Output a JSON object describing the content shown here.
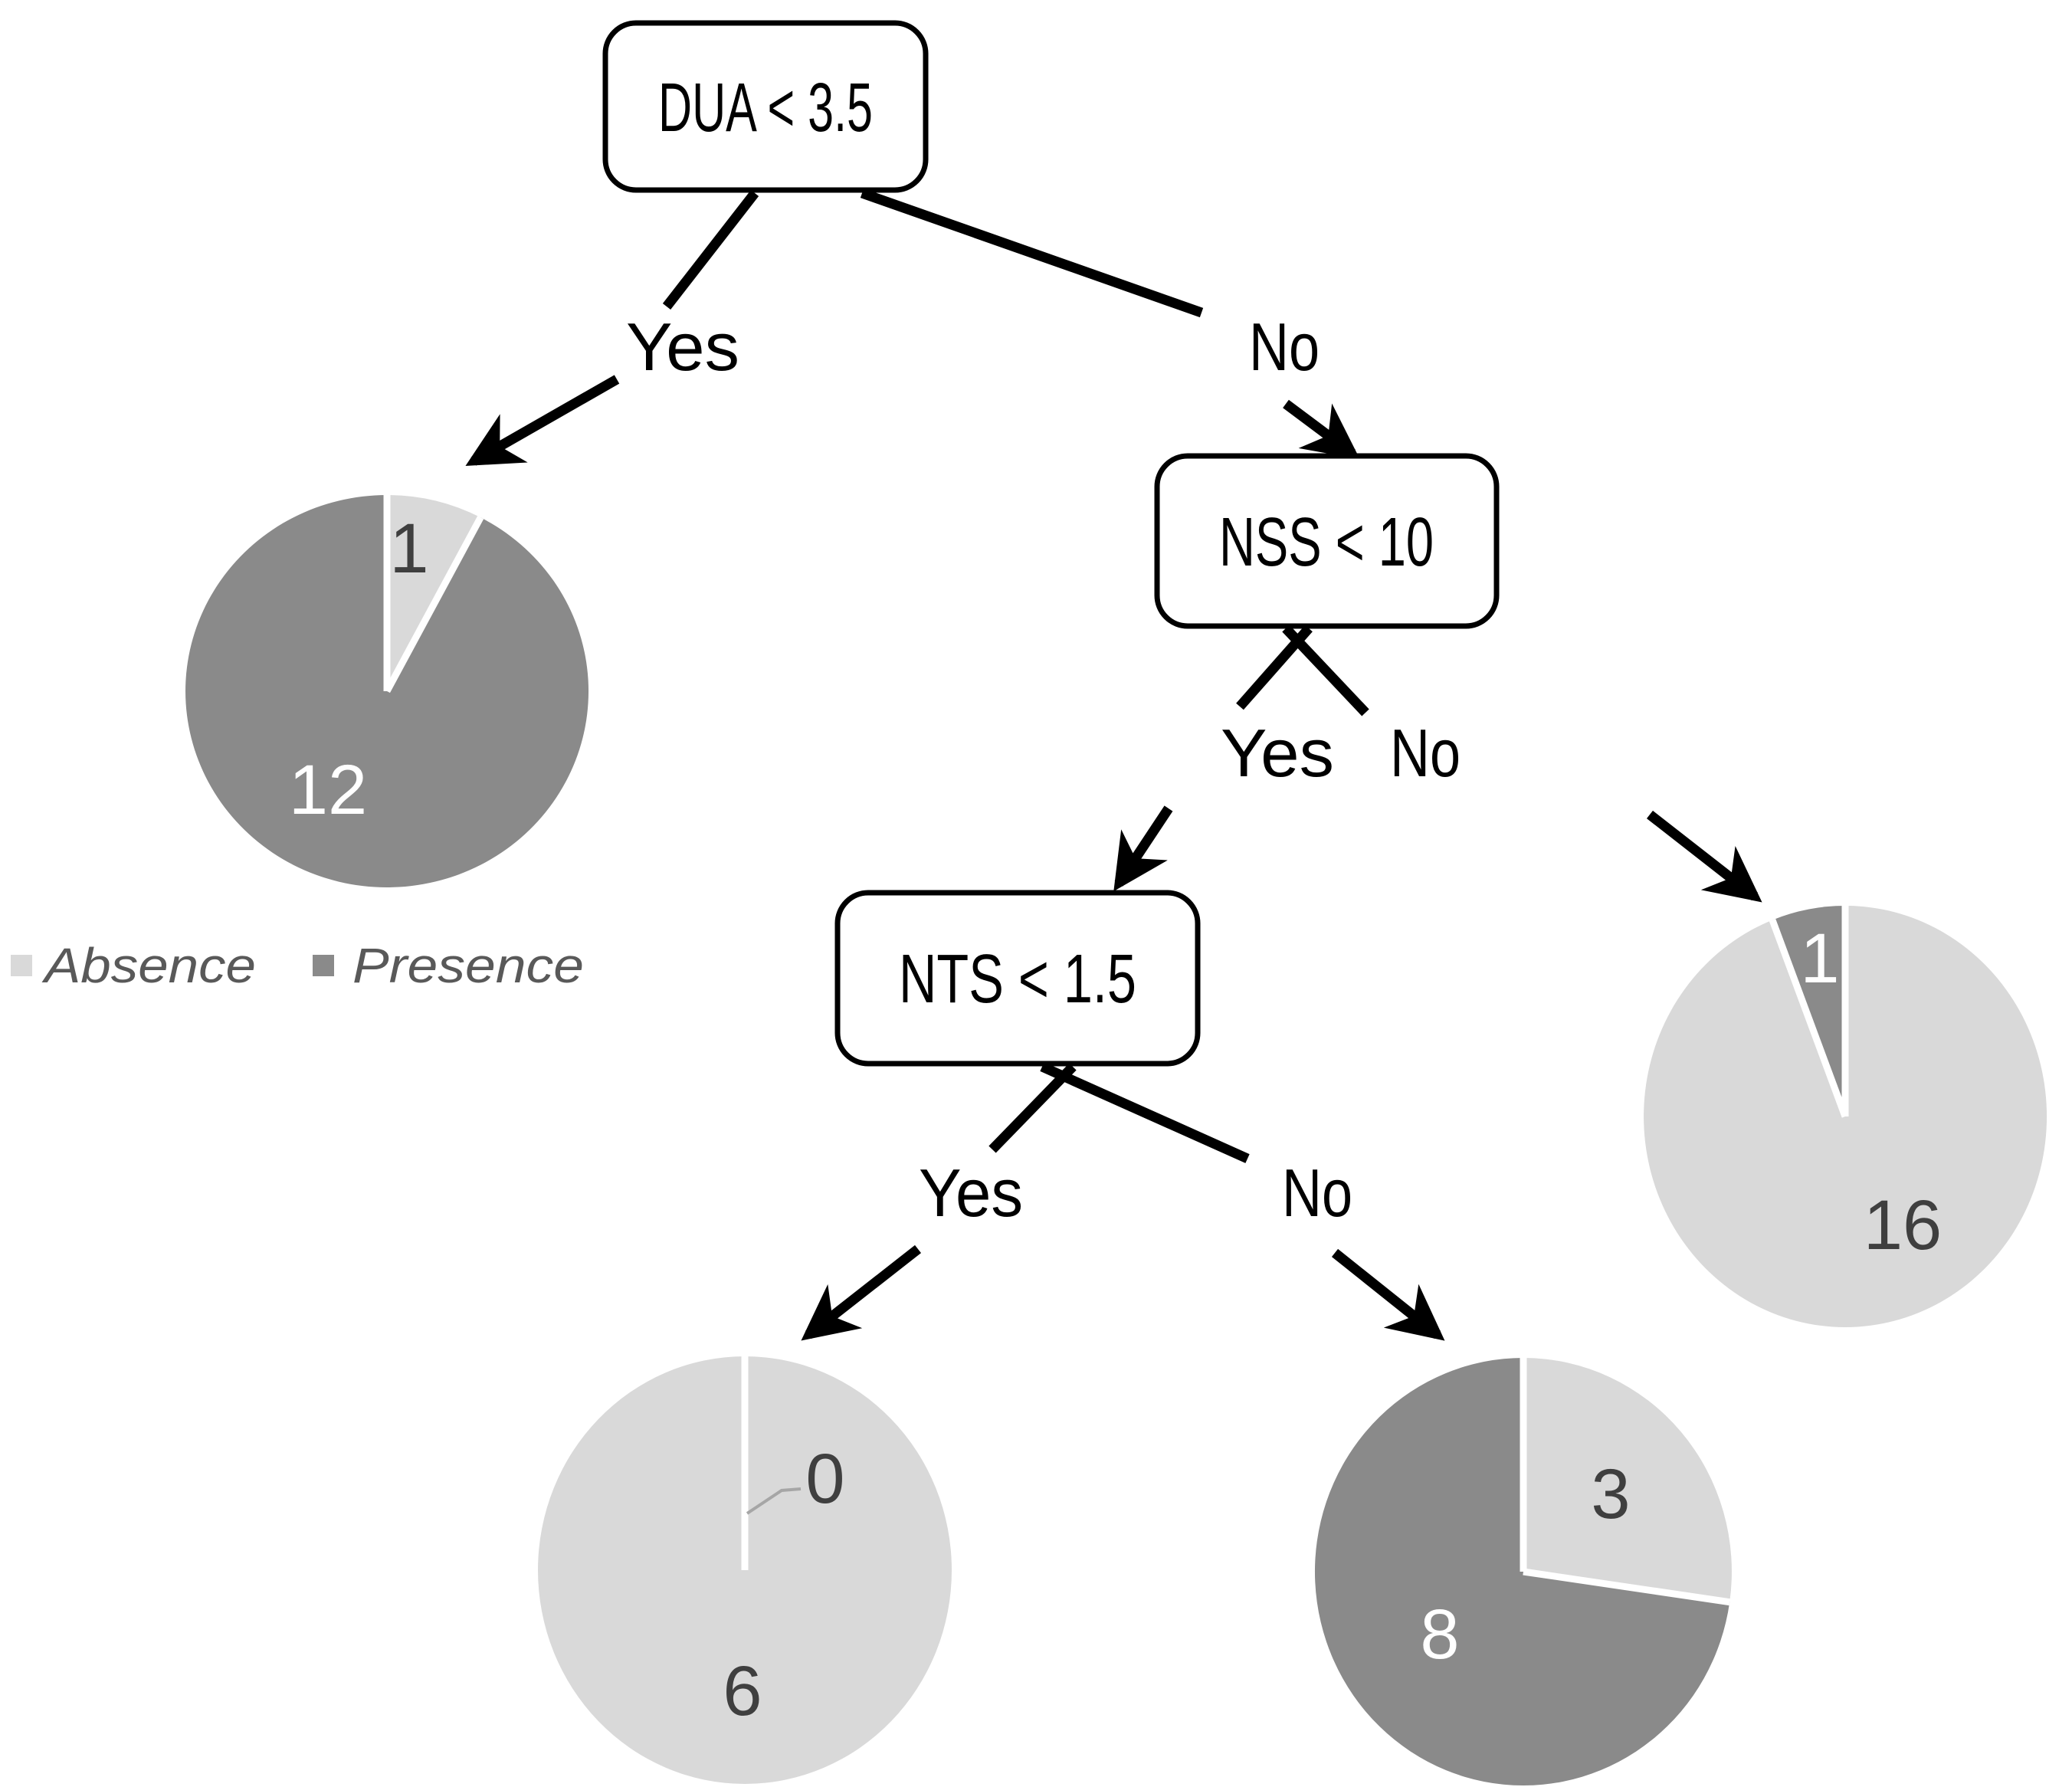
{
  "nodes": {
    "dua": "DUA < 3.5",
    "nss": "NSS < 10",
    "nts": "NTS < 1.5"
  },
  "branches": {
    "dua_yes": "Yes",
    "dua_no": "No",
    "nss_yes": "Yes",
    "nss_no": "No",
    "nts_yes": "Yes",
    "nts_no": "No"
  },
  "legend": {
    "items": [
      {
        "label": "Absence",
        "color": "#d9d9d9"
      },
      {
        "label": "Presence",
        "color": "#8a8a8a"
      }
    ]
  },
  "colors": {
    "absence": "#d9d9d9",
    "presence": "#8a8a8a",
    "line": "#000000",
    "value_label_dark": "#3f3f3f",
    "value_label_light": "#ffffff",
    "legend_text": "#595959"
  },
  "chart_data": [
    {
      "type": "pie",
      "id": "leaf-dua-yes",
      "categories": [
        "Absence",
        "Presence"
      ],
      "values": [
        1,
        12
      ],
      "colors": [
        "#d9d9d9",
        "#8a8a8a"
      ],
      "start_angle_deg": 0,
      "direction": "clockwise"
    },
    {
      "type": "pie",
      "id": "leaf-nss-no",
      "categories": [
        "Absence",
        "Presence"
      ],
      "values": [
        16,
        1
      ],
      "colors": [
        "#d9d9d9",
        "#8a8a8a"
      ],
      "start_angle_deg": 0,
      "direction": "clockwise"
    },
    {
      "type": "pie",
      "id": "leaf-nts-yes",
      "categories": [
        "Absence",
        "Presence"
      ],
      "values": [
        6,
        0
      ],
      "colors": [
        "#d9d9d9",
        "#8a8a8a"
      ],
      "start_angle_deg": 0,
      "direction": "clockwise"
    },
    {
      "type": "pie",
      "id": "leaf-nts-no",
      "categories": [
        "Absence",
        "Presence"
      ],
      "values": [
        3,
        8
      ],
      "colors": [
        "#d9d9d9",
        "#8a8a8a"
      ],
      "start_angle_deg": 0,
      "direction": "clockwise"
    }
  ]
}
